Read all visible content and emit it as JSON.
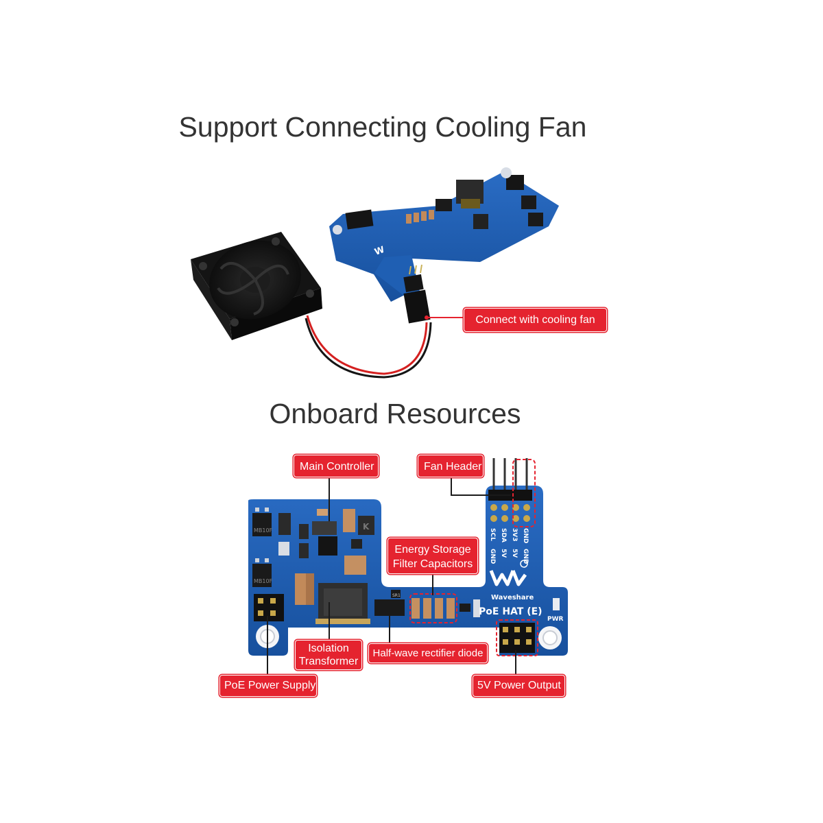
{
  "headings": {
    "top": "Support Connecting Cooling Fan",
    "bottom": "Onboard Resources"
  },
  "callouts": {
    "fan_connection": "Connect with cooling fan",
    "main_controller": "Main Controller",
    "fan_header": "Fan Header",
    "energy_storage_line1": "Energy Storage",
    "energy_storage_line2": "Filter Capacitors",
    "isolation_line1": "Isolation",
    "isolation_line2": "Transformer",
    "rectifier": "Half-wave rectifier diode",
    "poe_supply": "PoE Power Supply",
    "power_output": "5V Power Output"
  },
  "board": {
    "brand": "Waveshare",
    "model": "PoE HAT (E)",
    "pwr": "PWR",
    "pins_left": [
      "SCL",
      "SDA",
      "3V3",
      "GND"
    ],
    "pins_right": [
      "GND",
      "5V",
      "5V",
      "GND"
    ],
    "chip_mb": "MB10F",
    "chip_sr": "SR1"
  },
  "colors": {
    "callout_red": "#e5232f",
    "pcb_blue": "#1f5fb3",
    "text_dark": "#333333"
  }
}
